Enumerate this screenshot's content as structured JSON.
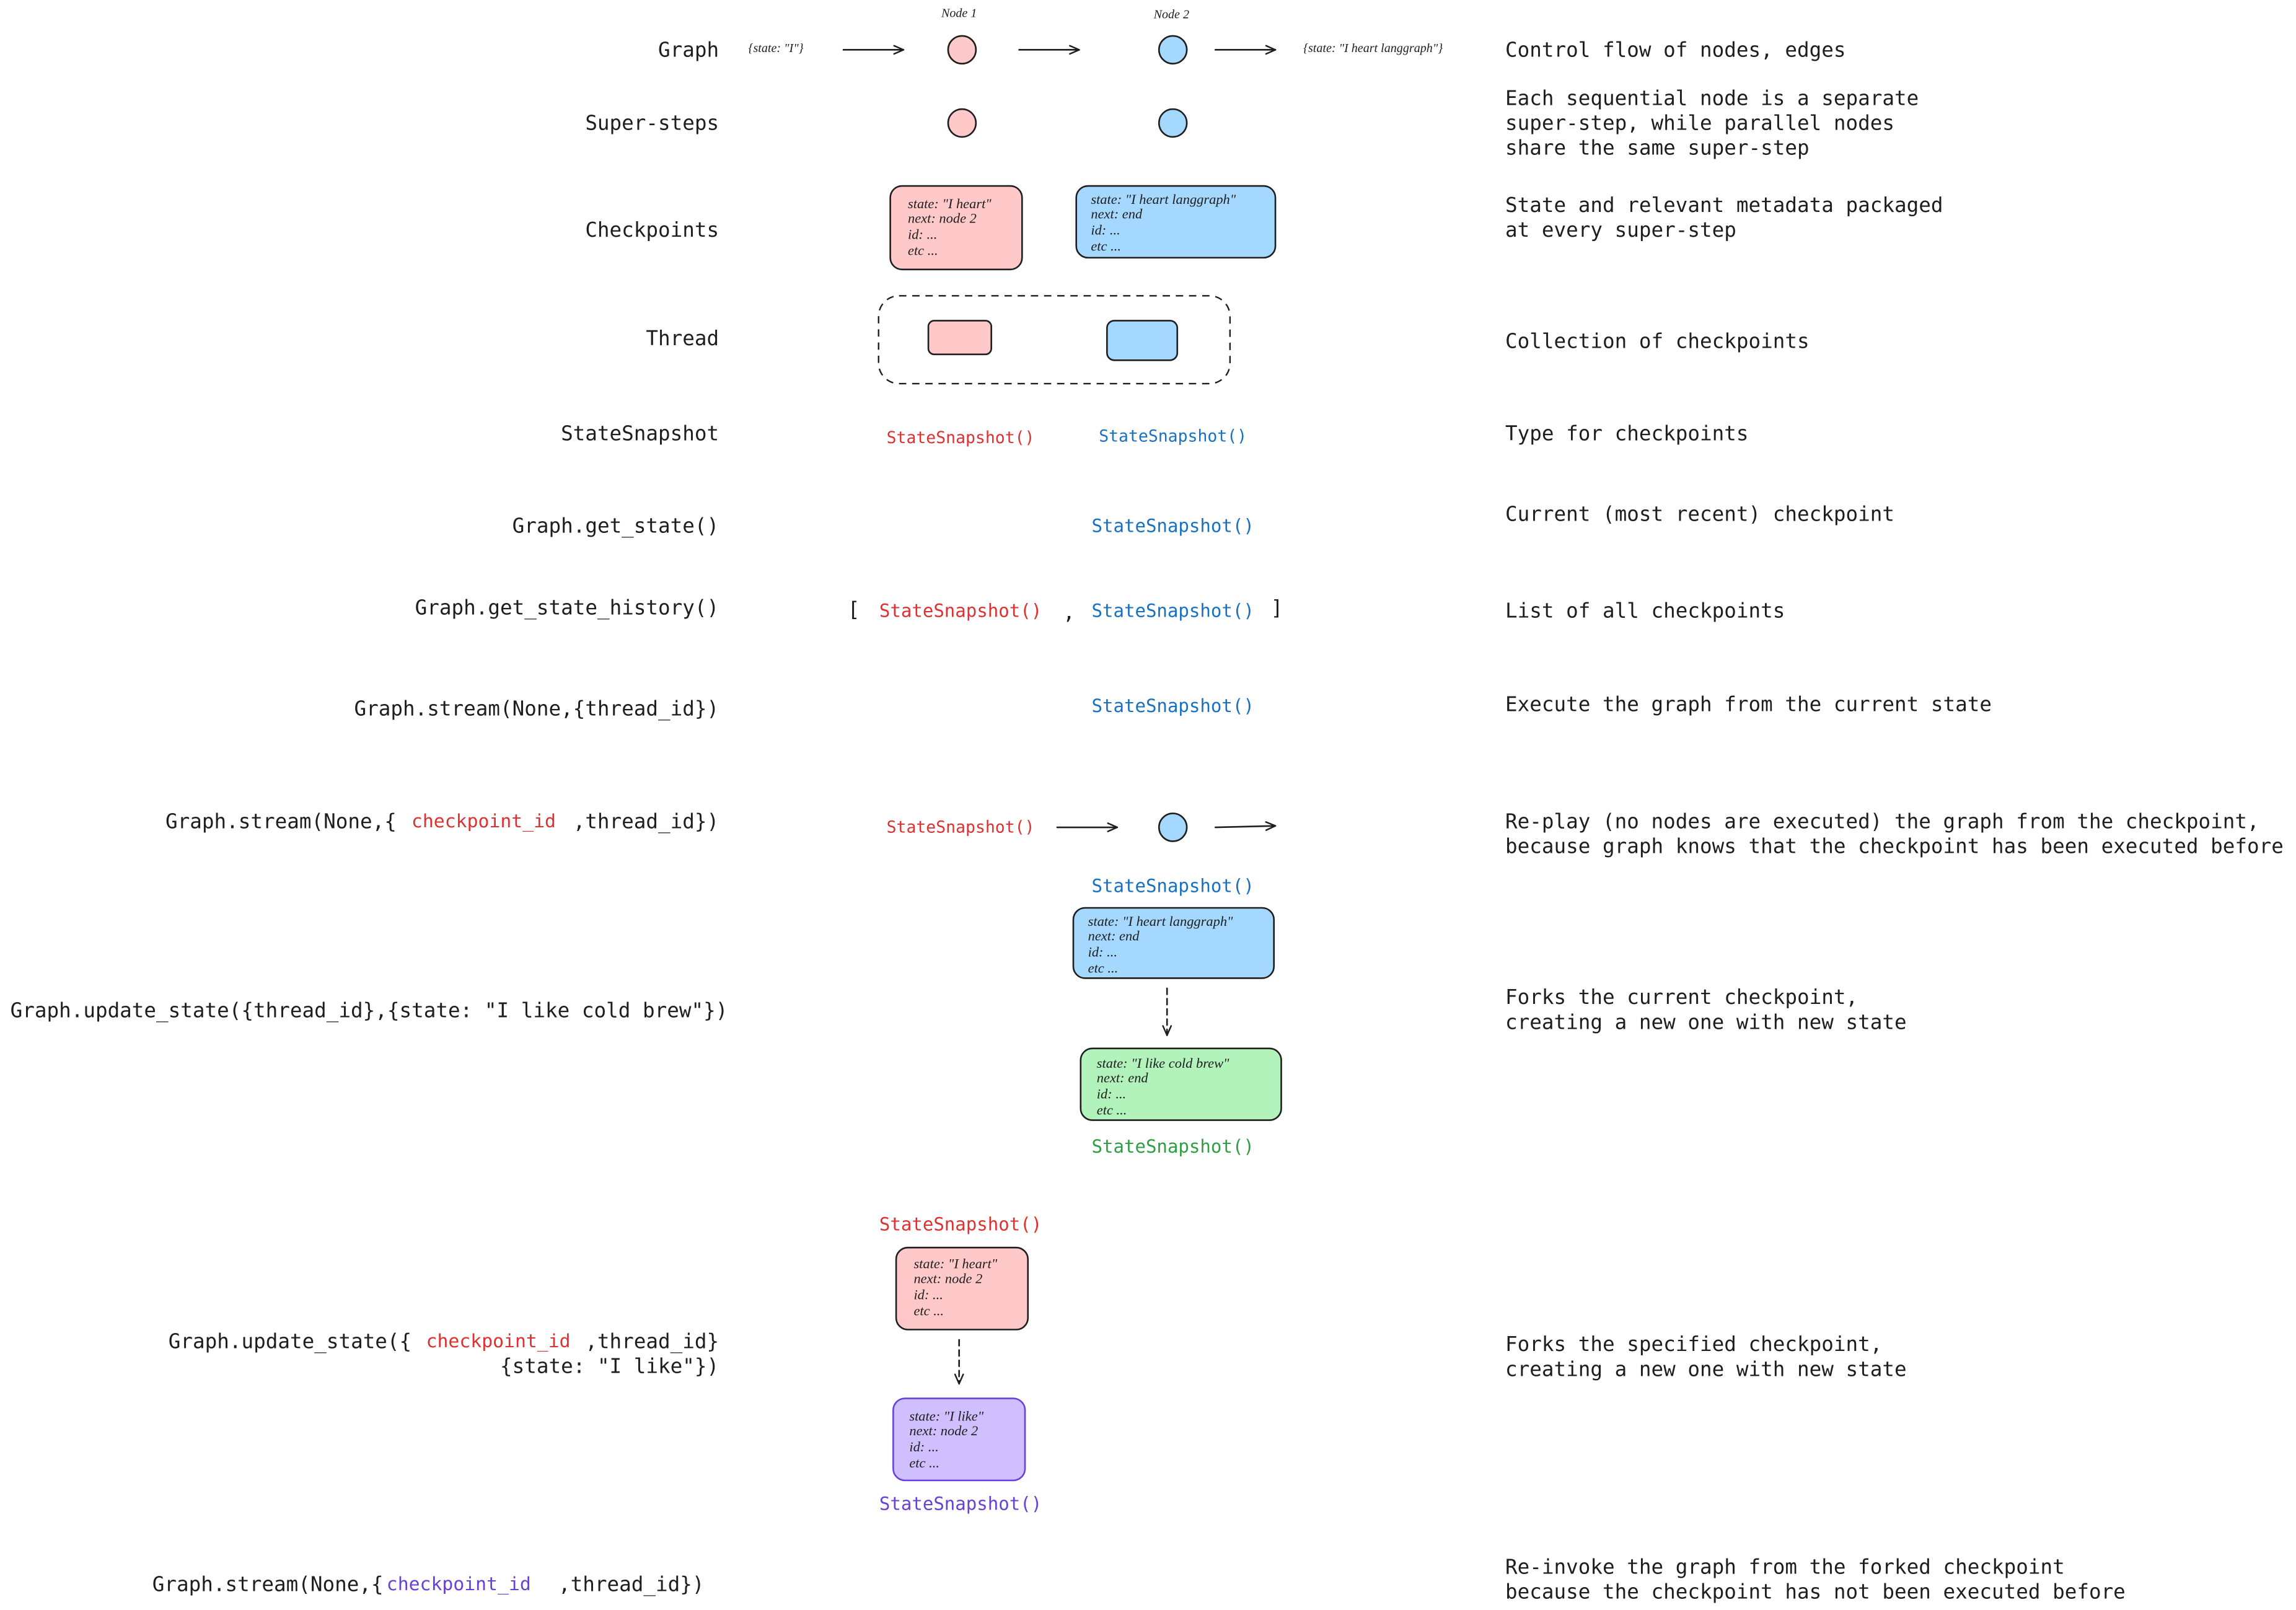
{
  "graph_row": {
    "label": "Graph",
    "input_state": "{state: \"I\"}",
    "node1_label": "Node 1",
    "node2_label": "Node 2",
    "output_state": "{state: \"I heart langgraph\"}",
    "description": "Control flow of nodes, edges"
  },
  "super_steps_row": {
    "label": "Super-steps",
    "description": [
      "Each sequential node is a separate",
      "super-step, while parallel nodes",
      "share the same super-step"
    ]
  },
  "checkpoints_row": {
    "label": "Checkpoints",
    "checkpoint_1": [
      "state: \"I heart\"",
      "next: node 2",
      "id: ...",
      "etc ..."
    ],
    "checkpoint_2": [
      "state: \"I heart langgraph\"",
      "next: end",
      "id: ...",
      "etc ..."
    ],
    "description": [
      "State and relevant metadata packaged",
      "at every super-step"
    ]
  },
  "thread_row": {
    "label": "Thread",
    "description": "Collection of checkpoints"
  },
  "state_snapshot_row": {
    "label": "StateSnapshot",
    "snapshot_1": "StateSnapshot()",
    "snapshot_2": "StateSnapshot()",
    "description": "Type for checkpoints"
  },
  "get_state_row": {
    "label": "Graph.get_state()",
    "snapshot": "StateSnapshot()",
    "description": "Current (most recent) checkpoint"
  },
  "get_state_history_row": {
    "label": "Graph.get_state_history()",
    "open_bracket": "[",
    "snapshot_1": "StateSnapshot()",
    "separator": ",",
    "snapshot_2": "StateSnapshot()",
    "close_bracket": "]",
    "description": "List of all checkpoints"
  },
  "stream_row": {
    "label": "Graph.stream(None,{thread_id})",
    "snapshot": "StateSnapshot()",
    "description": "Execute the graph from the current state"
  },
  "replay_row": {
    "label_prefix": "Graph.stream(None,{",
    "label_highlight": "checkpoint_id",
    "label_suffix": ",thread_id})",
    "snapshot": "StateSnapshot()",
    "description": [
      "Re-play (no nodes are executed) the graph from the checkpoint,",
      "because graph knows that the checkpoint has been executed before"
    ]
  },
  "update_current_row": {
    "label": "Graph.update_state({thread_id},{state: \"I like cold brew\"})",
    "source_snapshot": "StateSnapshot()",
    "source_checkpoint": [
      "state: \"I heart langgraph\"",
      "next: end",
      "id: ...",
      "etc ..."
    ],
    "forked_checkpoint": [
      "state: \"I like cold brew\"",
      "next: end",
      "id: ...",
      "etc ..."
    ],
    "forked_snapshot": "StateSnapshot()",
    "description": [
      "Forks the current checkpoint,",
      "creating a new one with new state"
    ]
  },
  "update_specified_row": {
    "label_prefix": "Graph.update_state({",
    "label_highlight": "checkpoint_id",
    "label_suffix": ",thread_id}",
    "label_line2": "{state: \"I like\"})",
    "source_snapshot": "StateSnapshot()",
    "source_checkpoint": [
      "state: \"I heart\"",
      "next: node 2",
      "id: ...",
      "etc ..."
    ],
    "forked_checkpoint": [
      "state: \"I like\"",
      "next: node 2",
      "id: ...",
      "etc ..."
    ],
    "forked_snapshot": "StateSnapshot()",
    "description": [
      "Forks the specified checkpoint,",
      "creating a new one with new state"
    ]
  },
  "reinvoke_row": {
    "label_prefix": "Graph.stream(None,{",
    "label_highlight": "checkpoint_id",
    "label_suffix": ",thread_id})",
    "description": [
      "Re-invoke the graph from the forked checkpoint",
      "because the checkpoint has not been executed before"
    ]
  },
  "colors": {
    "node1_fill": "#ffc9c9",
    "node2_fill": "#a5d8ff",
    "cold_brew_fill": "#b2f2bb",
    "i_like_fill": "#d0bfff",
    "red_text": "#e03131",
    "blue_text": "#1971c2",
    "green_text": "#2f9e44",
    "purple_text": "#6741d9"
  }
}
